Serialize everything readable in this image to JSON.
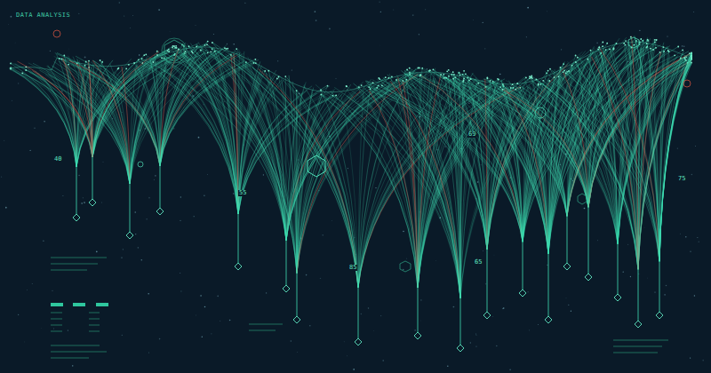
{
  "diagram": {
    "title": "DATA ANALYSIS",
    "labels": [
      "40",
      "55",
      "69",
      "85",
      "65",
      "75"
    ]
  }
}
